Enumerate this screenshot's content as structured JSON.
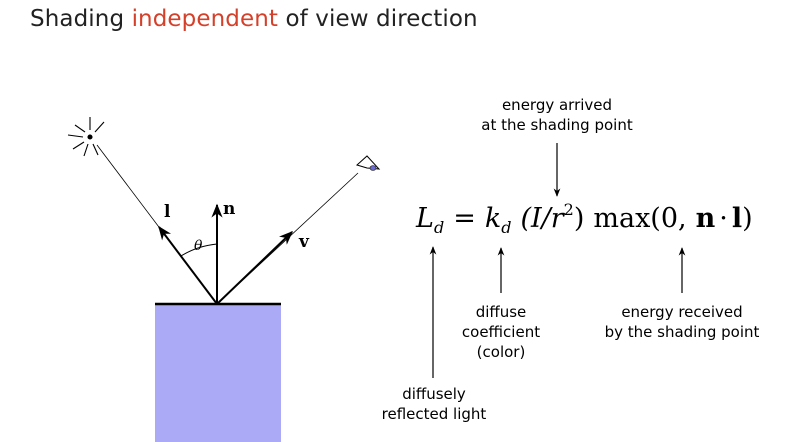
{
  "title": {
    "before": "Shading ",
    "highlight": "independent",
    "after": " of view direction"
  },
  "colors": {
    "highlight": "#d5402b",
    "surface": "#aaaaf6",
    "eye": "#6a6ad6"
  },
  "diagram": {
    "vector_l": "l",
    "vector_n": "n",
    "vector_v": "v",
    "angle": "θ",
    "icons": [
      "light-source-icon",
      "eye-icon"
    ]
  },
  "formula": {
    "Ld": "L",
    "Ld_sub": "d",
    "eq": "=",
    "kd": "k",
    "kd_sub": "d",
    "I_open": "(I/r",
    "r_exp": "2",
    "I_close": ")",
    "max_fn": "max(0,",
    "n": "n",
    "dot": "·",
    "l": "l",
    "close": ")"
  },
  "annotations": {
    "energy_arrived": [
      "energy arrived",
      "at the shading point"
    ],
    "diffuse_coeff": [
      "diffuse",
      "coefficient",
      "(color)"
    ],
    "energy_received": [
      "energy received",
      "by the shading point"
    ],
    "diffusely_reflected": [
      "diffusely",
      "reflected light"
    ]
  }
}
